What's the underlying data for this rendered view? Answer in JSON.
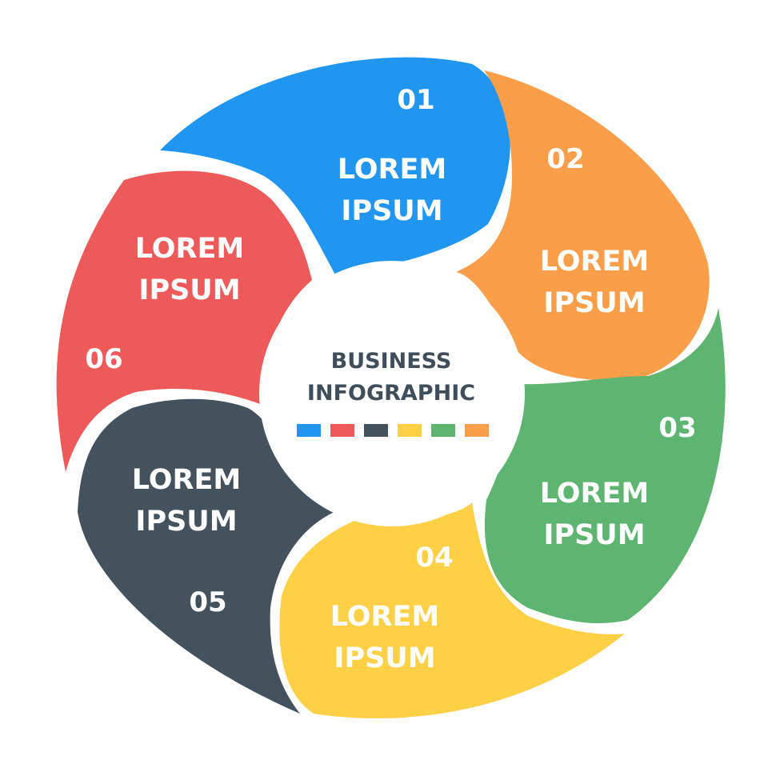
{
  "center": {
    "title_line1": "BUSINESS",
    "title_line2": "INFOGRAPHIC",
    "legend_colors": [
      "#2196f0",
      "#ee5a5a",
      "#44525e",
      "#fdd046",
      "#5db571",
      "#fb9e4a"
    ]
  },
  "segments": [
    {
      "number": "01",
      "line1": "LOREM",
      "line2": "IPSUM",
      "color": "#2196f0"
    },
    {
      "number": "02",
      "line1": "LOREM",
      "line2": "IPSUM",
      "color": "#fb9e4a"
    },
    {
      "number": "03",
      "line1": "LOREM",
      "line2": "IPSUM",
      "color": "#5db571"
    },
    {
      "number": "04",
      "line1": "LOREM",
      "line2": "IPSUM",
      "color": "#fdd046"
    },
    {
      "number": "05",
      "line1": "LOREM",
      "line2": "IPSUM",
      "color": "#44525e"
    },
    {
      "number": "06",
      "line1": "LOREM",
      "line2": "IPSUM",
      "color": "#ee5a5a"
    }
  ]
}
